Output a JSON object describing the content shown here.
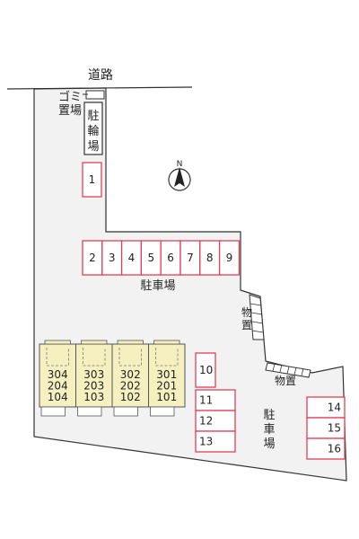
{
  "road_label": "道路",
  "garbage": {
    "label_line1": "ゴミ",
    "label_line2": "置場"
  },
  "bicycle_parking": {
    "label": "駐輪場",
    "chars": [
      "駐",
      "輪",
      "場"
    ]
  },
  "compass": {
    "label": "N"
  },
  "parking_label_main": "駐車場",
  "parking_label_side": {
    "chars": [
      "駐",
      "車",
      "場"
    ]
  },
  "storage_label_upper": {
    "chars": [
      "物",
      "置"
    ]
  },
  "storage_label_lower": "物置",
  "parking_spaces": {
    "single": [
      "1"
    ],
    "row_top": [
      "2",
      "3",
      "4",
      "5",
      "6",
      "7",
      "8",
      "9"
    ],
    "col_center": [
      "10",
      "11",
      "12",
      "13"
    ],
    "col_right": [
      "14",
      "15",
      "16"
    ]
  },
  "building_units": [
    [
      "304",
      "204",
      "104"
    ],
    [
      "303",
      "203",
      "103"
    ],
    [
      "302",
      "202",
      "102"
    ],
    [
      "301",
      "201",
      "101"
    ]
  ],
  "colors": {
    "site_fill": "#f2f2f2",
    "outline": "#333333",
    "parking_stroke": "#e0405a",
    "building_fill": "#f6f0c0"
  }
}
